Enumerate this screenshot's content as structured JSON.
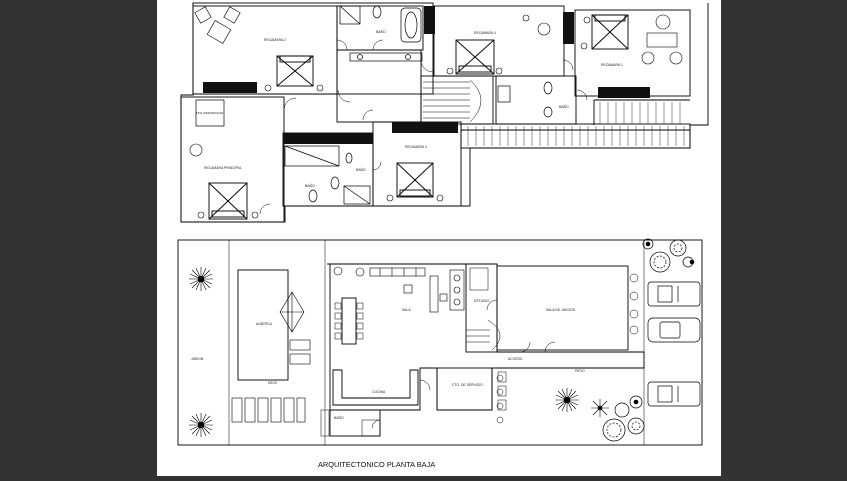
{
  "upper_floor": {
    "rooms": {
      "recamara_2": "RECAMARA 2",
      "bano_top": "BAÑO",
      "recamara_4": "RECAMARA 4",
      "recamara_1": "RECAMARA 1",
      "bano_right": "BAÑO",
      "tina_hidromasaje": "TINA HIDROMASAJE",
      "recamara_principal": "RECAMARA PRINCIPAL",
      "bano_center": "BAÑO",
      "bano_center_2": "BAÑO",
      "recamara_3": "RECAMARA 3"
    }
  },
  "ground_floor": {
    "rooms": {
      "alberca": "ALBERCA",
      "jardin": "JARDIN",
      "sala": "SALA",
      "cocina": "COCINA",
      "estudio": "ESTUDIO",
      "sala_de_juegos": "SALA DE JUEGOS",
      "acceso": "ACCESO",
      "bano": "BAÑO",
      "cuarto_de_servicio": "CTO. DE SERVICIO",
      "deck": "DECK",
      "patio": "PATIO"
    },
    "title": "ARQUITECTONICO PLANTA BAJA"
  },
  "colors": {
    "page_background": "#333333",
    "sheet": "#ffffff",
    "linework": "#000000"
  }
}
